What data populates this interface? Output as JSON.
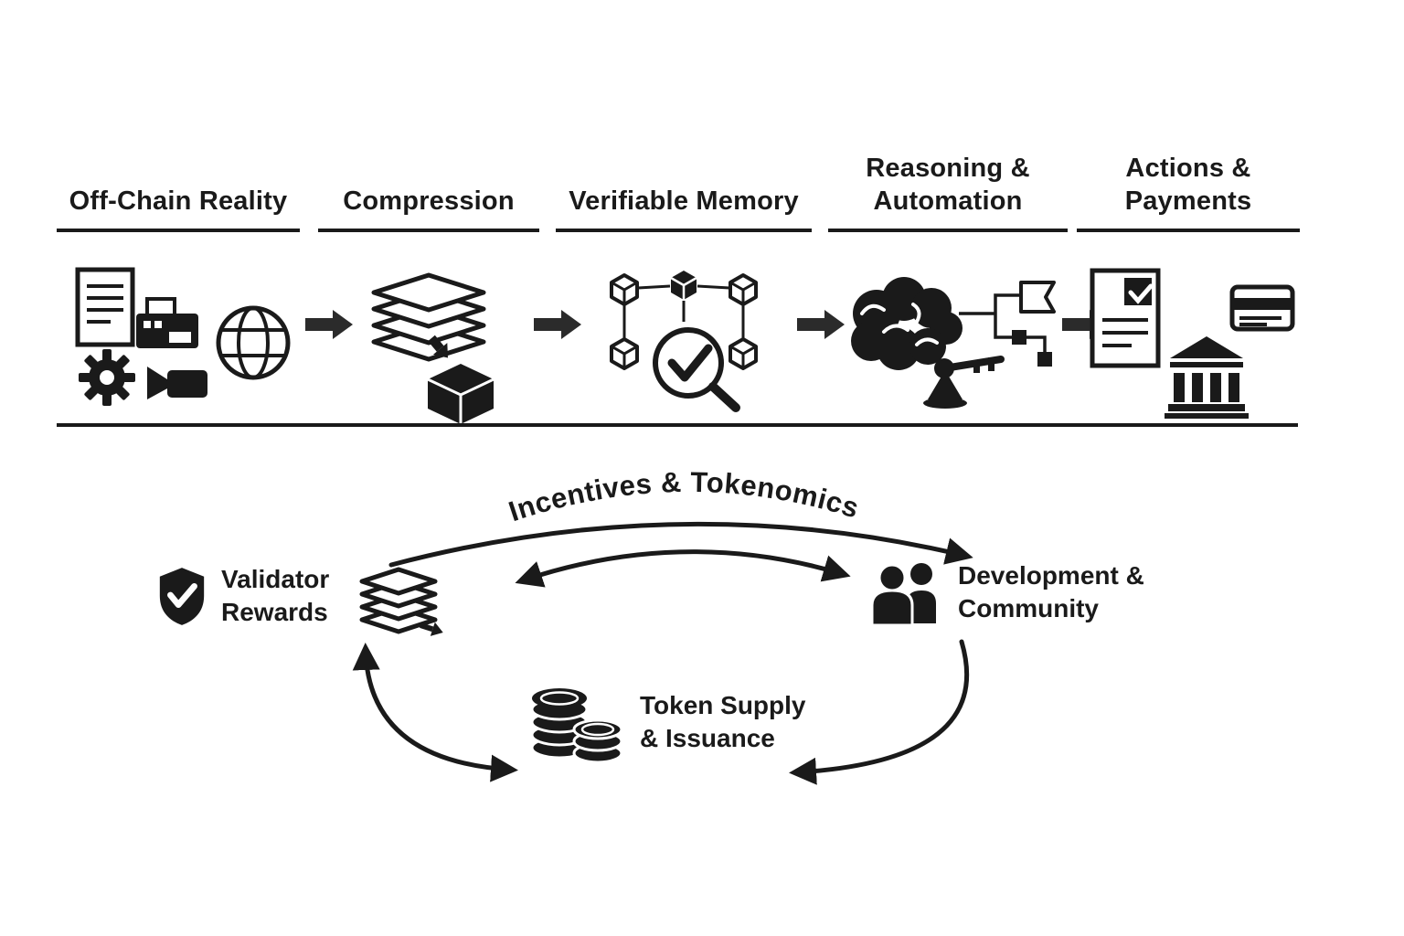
{
  "colors": {
    "ink": "#1a1a1a",
    "background": "#ffffff",
    "arrow_fill": "#2b2b2b"
  },
  "pipeline": {
    "stages": [
      {
        "label": "Off-Chain Reality",
        "icons": [
          "document-icon",
          "gear-icon",
          "printer-icon",
          "globe-icon",
          "video-camera-icon"
        ]
      },
      {
        "label": "Compression",
        "icons": [
          "layer-stack-icon",
          "compress-arrow-icon",
          "storage-box-icon"
        ]
      },
      {
        "label": "Verifiable Memory",
        "icons": [
          "linked-cubes-icon",
          "magnifier-check-icon"
        ]
      },
      {
        "label": "Reasoning &\nAutomation",
        "icons": [
          "brain-icon",
          "robotic-key-icon",
          "circuit-flow-icon"
        ]
      },
      {
        "label": "Actions &\nPayments",
        "icons": [
          "checklist-document-icon",
          "bank-icon",
          "credit-card-icon"
        ]
      }
    ]
  },
  "cycle": {
    "title": "Incentives & Tokenomics",
    "nodes": {
      "validator": {
        "label": "Validator\nRewards",
        "icon": "shield-check-icon"
      },
      "ledger": {
        "icon": "layer-stack-icon"
      },
      "community": {
        "label": "Development &\nCommunity",
        "icon": "people-icon"
      },
      "supply": {
        "label": "Token Supply\n& Issuance",
        "icon": "coin-stacks-icon"
      }
    }
  }
}
